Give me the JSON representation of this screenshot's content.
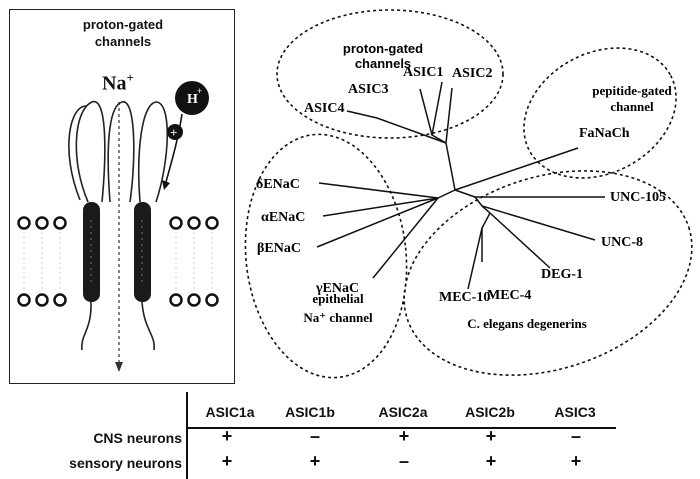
{
  "left_panel": {
    "title_line1": "proton-gated",
    "title_line2": "channels",
    "ion": "Na",
    "ion_charge": "+",
    "proton_symbol": "H",
    "proton_charge": "+",
    "plus_sign": "+"
  },
  "tree": {
    "groups": {
      "proton_gated": [
        "proton-gated",
        "channels"
      ],
      "peptide_gated": [
        "pepitide-gated",
        "channel"
      ],
      "epithelial": [
        "epithelial",
        "Na⁺ channel"
      ],
      "degenerins": "C. elegans degenerins"
    },
    "leaves": {
      "asic1": "ASIC1",
      "asic2": "ASIC2",
      "asic3": "ASIC3",
      "asic4": "ASIC4",
      "fanach": "FaNaCh",
      "unc105": "UNC-105",
      "unc8": "UNC-8",
      "deg1": "DEG-1",
      "mec4": "MEC-4",
      "mec10": "MEC-10",
      "delta": "δENaC",
      "alpha": "αENaC",
      "beta": "βENaC",
      "gamma": "γENaC"
    }
  },
  "table": {
    "columns": [
      "ASIC1a",
      "ASIC1b",
      "ASIC2a",
      "ASIC2b",
      "ASIC3"
    ],
    "rows": [
      {
        "label": "CNS neurons",
        "values": [
          "+",
          "–",
          "+",
          "+",
          "–"
        ]
      },
      {
        "label": "sensory neurons",
        "values": [
          "+",
          "+",
          "–",
          "+",
          "+"
        ]
      }
    ]
  }
}
